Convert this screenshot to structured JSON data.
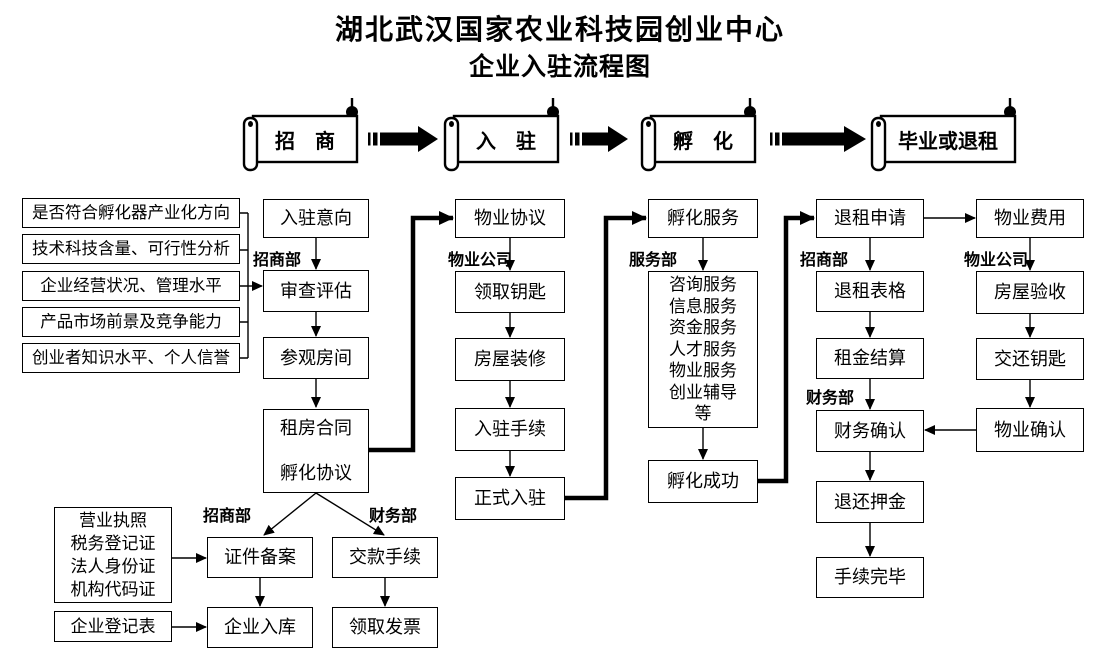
{
  "title": {
    "line1": "湖北武汉国家农业科技园创业中心",
    "line2": "企业入驻流程图"
  },
  "colors": {
    "ink": "#000000",
    "paper": "#ffffff"
  },
  "stages": [
    {
      "label": "招　商"
    },
    {
      "label": "入　驻"
    },
    {
      "label": "孵　化"
    },
    {
      "label": "毕业或退租"
    }
  ],
  "departments": {
    "marketing1": "招商部",
    "property1": "物业公司",
    "service": "服务部",
    "marketing2": "招商部",
    "finance2": "财务部",
    "property2": "物业公司",
    "marketing3": "招商部",
    "finance3": "财务部"
  },
  "nodes": {
    "criteria1": "是否符合孵化器产业化方向",
    "criteria2": "技术科技含量、可行性分析",
    "criteria3": "企业经营状况、管理水平",
    "criteria4": "产品市场前景及竞争能力",
    "criteria5": "创业者知识水平、个人信誉",
    "entry_intent": "入驻意向",
    "review_assess": "审查评估",
    "visit_rooms": "参观房间",
    "contract": "租房合同\n孵化协议",
    "property_agreement": "物业协议",
    "get_keys": "领取钥匙",
    "house_renovation": "房屋装修",
    "entry_procedure": "入驻手续",
    "official_entry": "正式入驻",
    "incubation_service": "孵化服务",
    "service_list": "咨询服务\n信息服务\n资金服务\n人才服务\n物业服务\n创业辅导\n等",
    "incubation_success": "孵化成功",
    "terminate_apply": "退租申请",
    "terminate_form": "退租表格",
    "rent_settlement": "租金结算",
    "finance_confirm": "财务确认",
    "deposit_refund": "退还押金",
    "procedure_complete": "手续完毕",
    "property_fee": "物业费用",
    "house_inspection": "房屋验收",
    "return_keys": "交还钥匙",
    "property_confirm": "物业确认",
    "license_docs": "营业执照\n税务登记证\n法人身份证\n机构代码证",
    "register_form": "企业登记表",
    "cert_filing": "证件备案",
    "company_entry": "企业入库",
    "payment_procedure": "交款手续",
    "get_invoice": "领取发票"
  }
}
